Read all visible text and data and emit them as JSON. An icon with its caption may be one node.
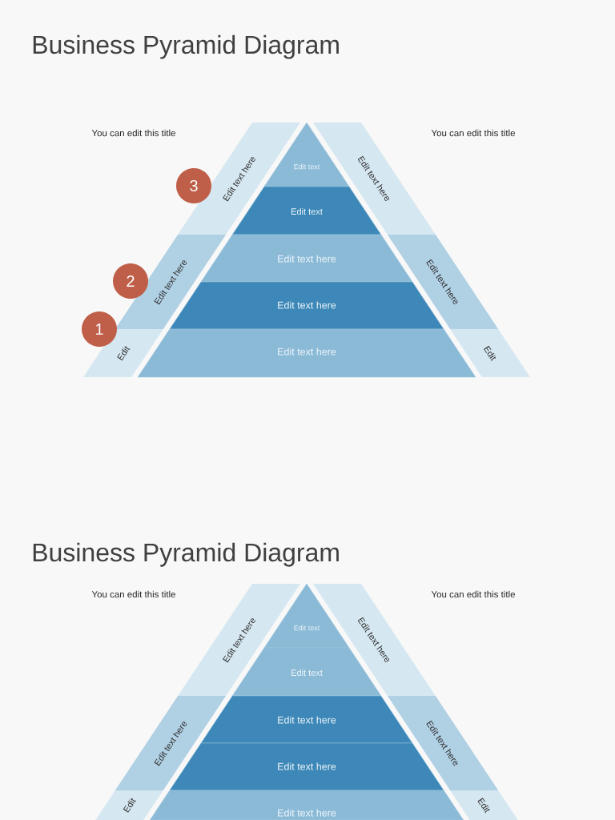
{
  "diagram": {
    "title": "Business Pyramid Diagram",
    "nodes": [
      {
        "text": [
          "Edit text"
        ]
      },
      {
        "text": [
          "Edit text"
        ]
      },
      {
        "text": [
          "Edit text here"
        ]
      },
      {
        "text": [
          "Edit text here"
        ]
      },
      {
        "text": [
          "Edit text here"
        ]
      },
      {
        "text": [
          "Edit text here"
        ]
      },
      {
        "text": [
          "Edit text here"
        ]
      },
      {
        "text": [
          "Edit"
        ]
      },
      {
        "text": [
          "Edit text here"
        ]
      },
      {
        "text": [
          "Edit text here"
        ]
      },
      {
        "text": [
          "Edit"
        ]
      },
      {
        "text": [
          "3"
        ]
      },
      {
        "text": [
          "2"
        ]
      },
      {
        "text": [
          "1"
        ]
      },
      {
        "text": [
          "Edit text"
        ]
      },
      {
        "text": [
          "Edit text"
        ]
      },
      {
        "text": [
          "Edit text here"
        ]
      },
      {
        "text": [
          "Edit text here"
        ]
      },
      {
        "text": [
          "Edit text here"
        ]
      },
      {
        "text": [
          "Edit text here"
        ]
      },
      {
        "text": [
          "Edit text here"
        ]
      },
      {
        "text": [
          "Edit"
        ]
      },
      {
        "text": [
          "Edit text here"
        ]
      },
      {
        "text": [
          "Edit text here"
        ]
      },
      {
        "text": [
          "Edit"
        ]
      }
    ],
    "labels": [
      "You can edit this title",
      "You can edit this title",
      "Business Pyramid Diagram",
      "You can edit this title",
      "You can edit this title"
    ]
  }
}
